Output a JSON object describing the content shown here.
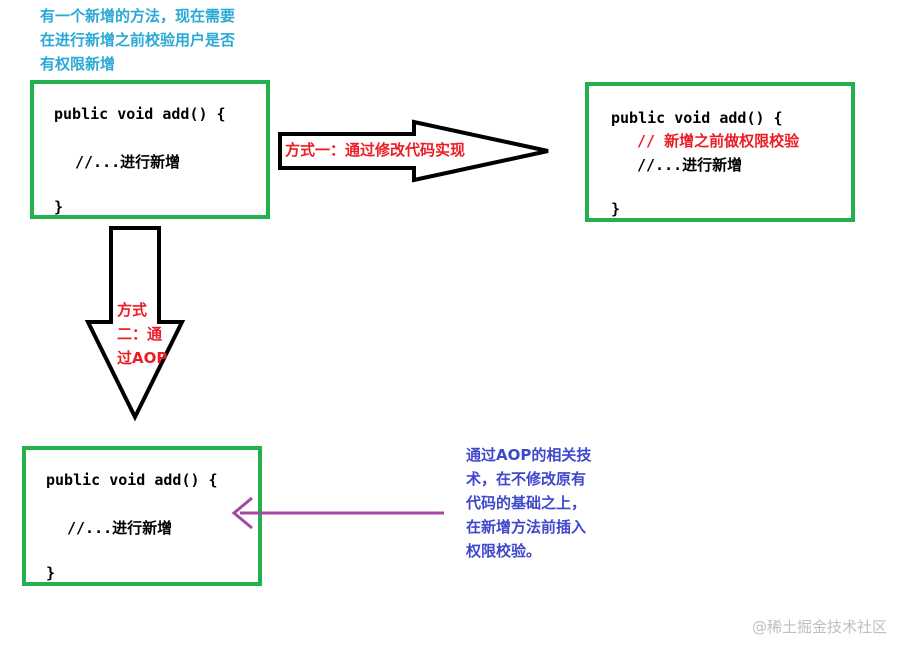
{
  "note_top": "有一个新增的方法，现在需要\n在进行新增之前校验用户是否\n有权限新增",
  "box_original": {
    "signature": "public void add() {",
    "body": "//...进行新增",
    "closing": "}"
  },
  "box_modified": {
    "signature": "public void add() {",
    "comment": "// 新增之前做权限校验",
    "body": "//...进行新增",
    "closing": "}"
  },
  "box_aop": {
    "signature": "public void add() {",
    "body": "//...进行新增",
    "closing": "}"
  },
  "arrow_way1_label": "方式一：通过修改代码实现",
  "arrow_way2_label": "方式\n二：通\n过AOP",
  "note_bottom": "通过AOP的相关技\n术，在不修改原有\n代码的基础之上，\n在新增方法前插入\n权限校验。",
  "watermark": "@稀土掘金技术社区",
  "colors": {
    "box_border": "#22b14c",
    "note_top": "#2aa9d6",
    "label_red": "#ed1c24",
    "note_bottom": "#3f48cc",
    "purple_arrow": "#a349a4"
  }
}
